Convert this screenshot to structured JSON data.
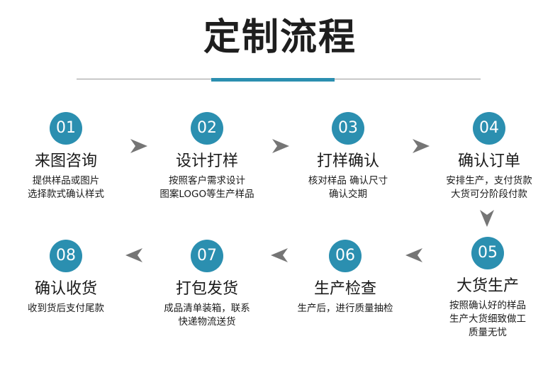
{
  "title": "定制流程",
  "colors": {
    "accent": "#2b8fb0",
    "arrow": "#757575"
  },
  "steps": [
    {
      "num": "01",
      "title": "来图咨询",
      "desc": [
        "提供样品或图片",
        "选择款式确认样式"
      ]
    },
    {
      "num": "02",
      "title": "设计打样",
      "desc": [
        "按照客户需求设计",
        "图案LOGO等生产样品"
      ]
    },
    {
      "num": "03",
      "title": "打样确认",
      "desc": [
        "核对样品 确认尺寸",
        "确认交期"
      ]
    },
    {
      "num": "04",
      "title": "确认订单",
      "desc": [
        "安排生产，支付货款",
        "大货可分阶段付款"
      ]
    },
    {
      "num": "05",
      "title": "大货生产",
      "desc": [
        "按照确认好的样品",
        "生产大货细致做工",
        "质量无忧"
      ]
    },
    {
      "num": "06",
      "title": "生产检查",
      "desc": [
        "生产后，进行质量抽检"
      ]
    },
    {
      "num": "07",
      "title": "打包发货",
      "desc": [
        "成品清单装箱，联系",
        "快递物流送货"
      ]
    },
    {
      "num": "08",
      "title": "确认收货",
      "desc": [
        "收到货后支付尾款"
      ]
    }
  ]
}
